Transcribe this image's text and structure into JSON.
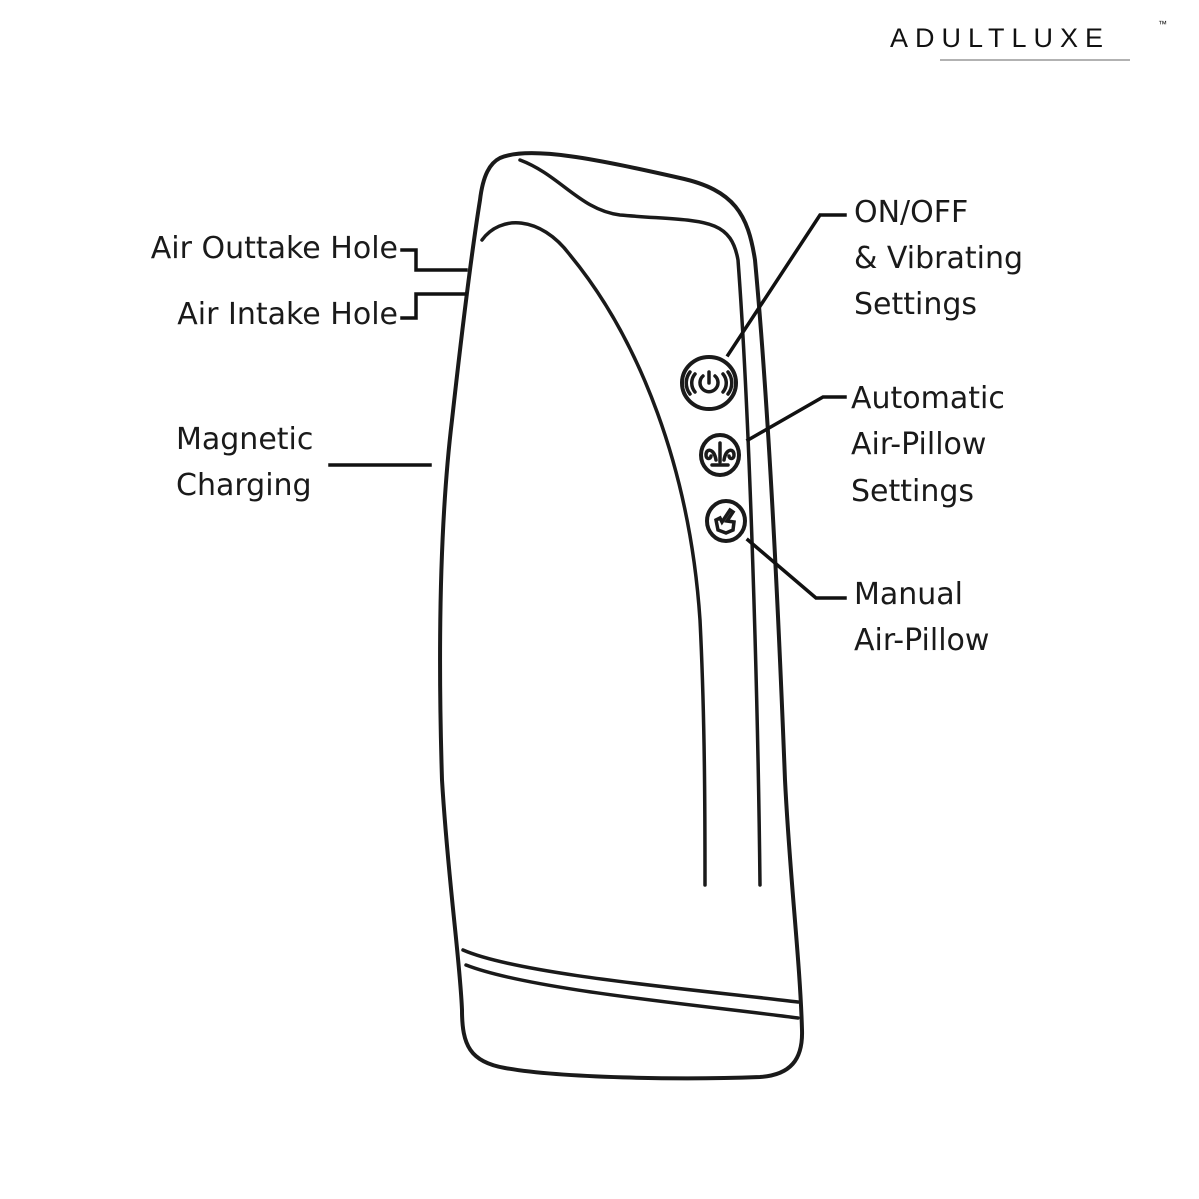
{
  "brand": {
    "name": "ADULTLUXE",
    "trademark": "™"
  },
  "labels": {
    "air_outtake": "Air Outtake Hole",
    "air_intake": "Air Intake Hole",
    "magnetic": [
      "Magnetic",
      "Charging"
    ],
    "power": [
      "ON/OFF",
      "& Vibrating",
      "Settings"
    ],
    "automatic": [
      "Automatic",
      "Air-Pillow",
      "Settings"
    ],
    "manual": [
      "Manual",
      "Air-Pillow"
    ]
  },
  "icons": [
    "power-vibration-icon",
    "air-pillow-icon",
    "hand-pointer-icon"
  ]
}
